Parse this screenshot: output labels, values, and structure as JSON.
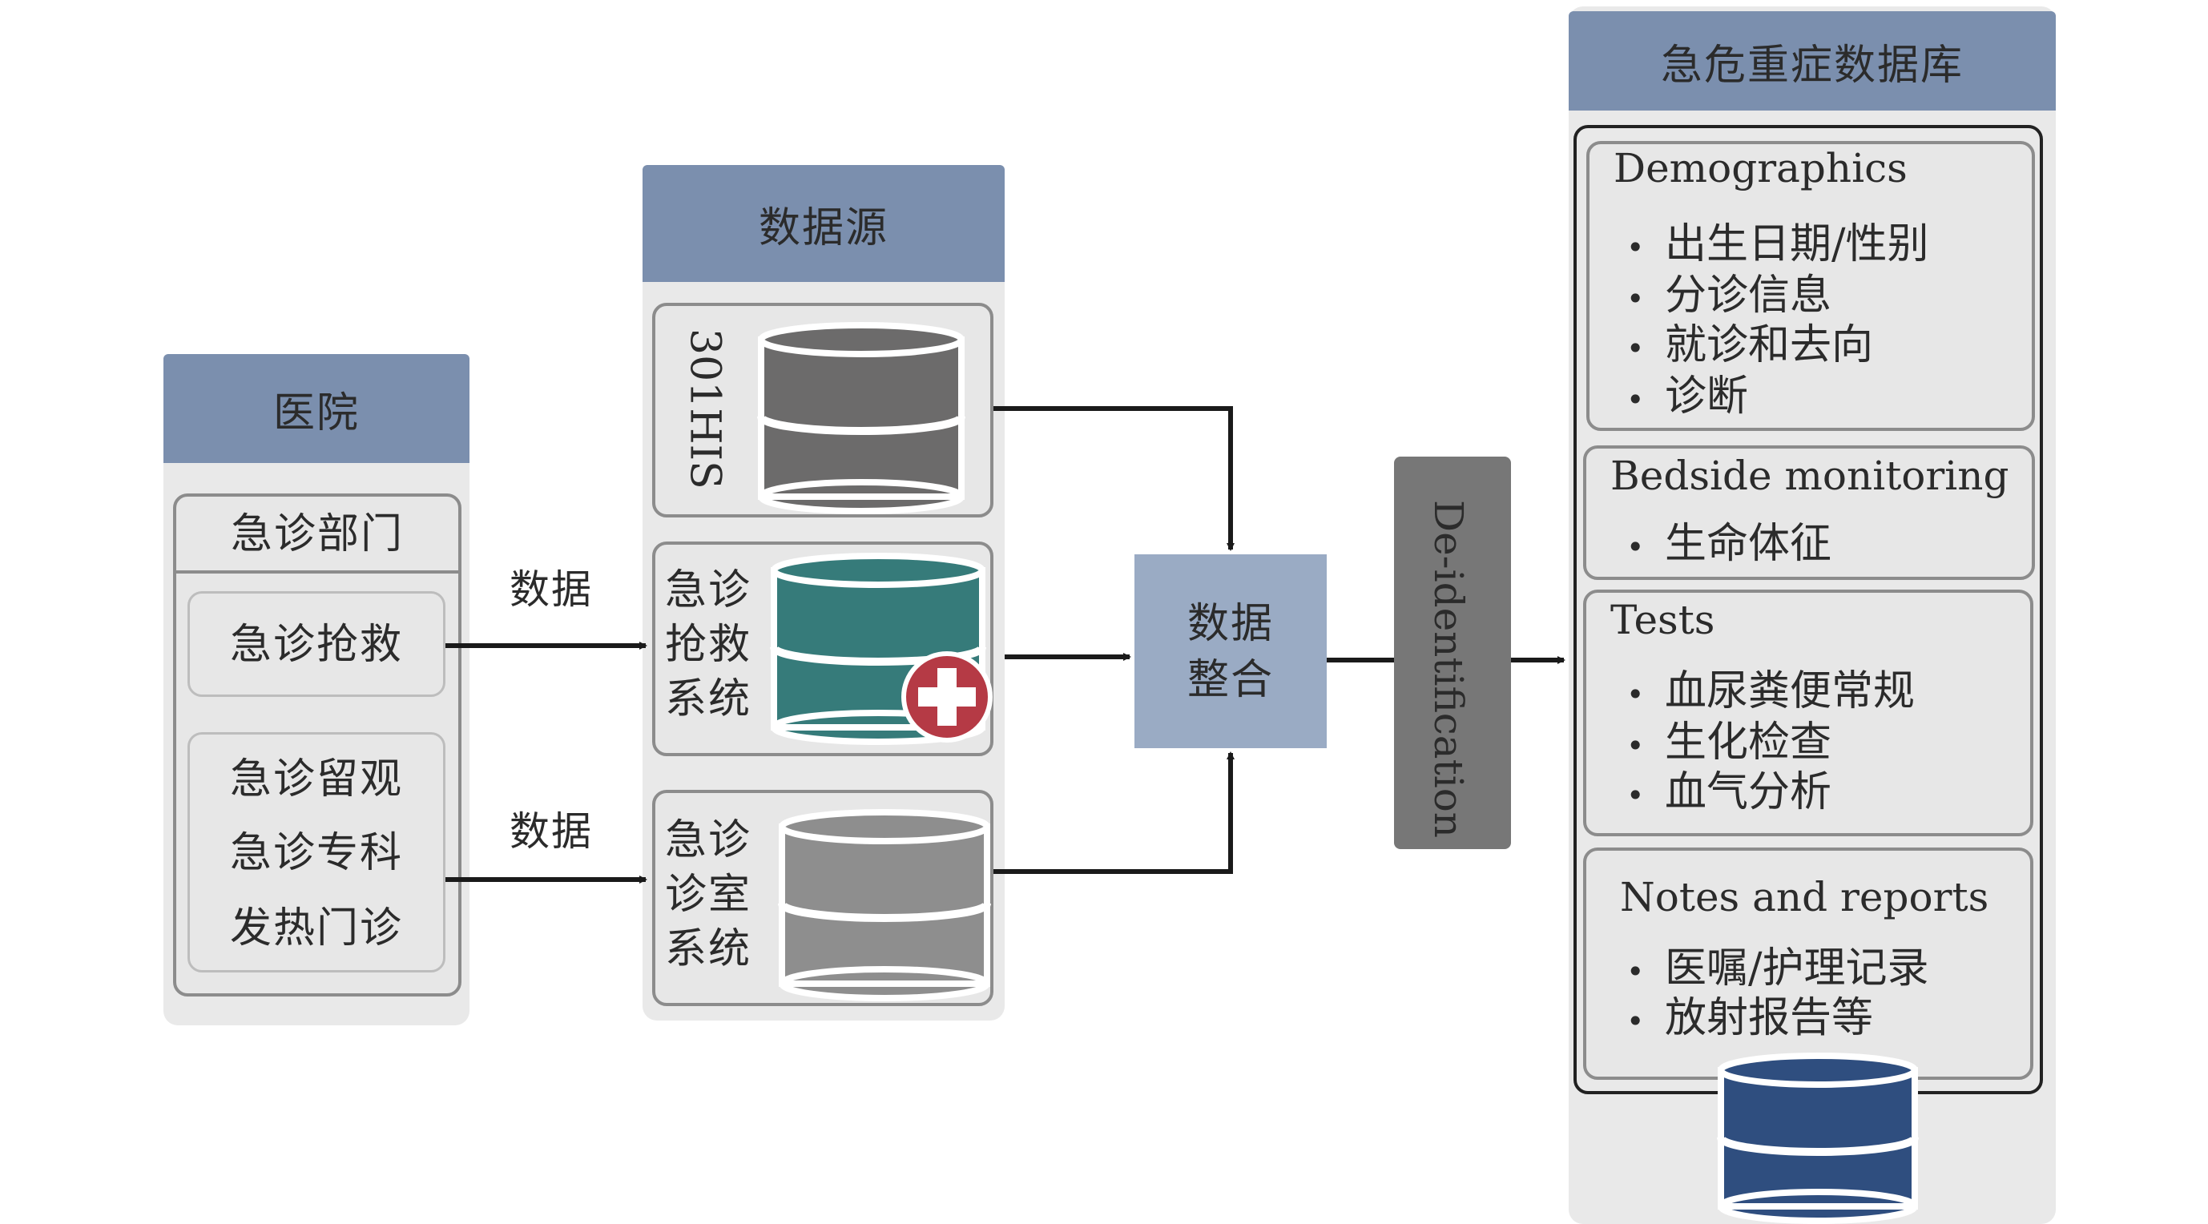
{
  "hospital": {
    "header": "医院",
    "dept": "急诊部门",
    "rescue": "急诊抢救",
    "others": [
      "急诊留观",
      "急诊专科",
      "发热门诊"
    ]
  },
  "arrows": {
    "data_label_1": "数据",
    "data_label_2": "数据"
  },
  "sources": {
    "header": "数据源",
    "his": "301HIS",
    "rescue_sys": [
      "急诊",
      "抢救",
      "系统"
    ],
    "clinic_sys": [
      "急诊",
      "诊室",
      "系统"
    ]
  },
  "integration": {
    "label": [
      "数据",
      "整合"
    ]
  },
  "deid": {
    "label": "De-identification"
  },
  "database": {
    "header": "急危重症数据库",
    "sections": [
      {
        "title": "Demographics",
        "items": [
          "出生日期/性别",
          "分诊信息",
          "就诊和去向",
          "诊断"
        ]
      },
      {
        "title": "Bedside monitoring",
        "items": [
          "生命体征"
        ]
      },
      {
        "title": "Tests",
        "items": [
          "血尿粪便常规",
          "生化检查",
          "血气分析"
        ]
      },
      {
        "title": "Notes and reports",
        "items": [
          "医嘱/护理记录",
          "放射报告等"
        ]
      }
    ]
  },
  "colors": {
    "header_blue": "#7b8fae",
    "integration_blue": "#9aabc4",
    "deid_gray": "#777777",
    "db_dark_gray": "#6c6b6b",
    "db_teal": "#367b7a",
    "db_light_gray": "#8e8e8e",
    "db_navy": "#2f4e7f",
    "cross_red": "#b53a45"
  },
  "icons": [
    "database-icon",
    "medical-cross-icon",
    "arrow-right-icon",
    "arrow-down-icon",
    "arrow-up-icon"
  ]
}
